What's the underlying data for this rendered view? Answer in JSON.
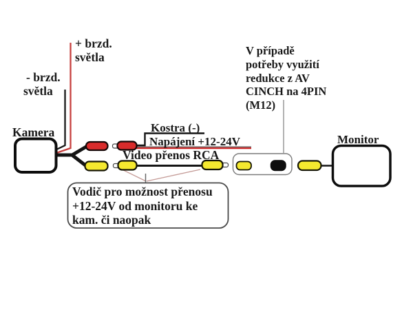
{
  "diagram_title": "camera-monitor-wiring-diagram",
  "labels": {
    "camera": "Kamera",
    "monitor": "Monitor",
    "brake_plus": {
      "lines": [
        "+ brzd.",
        "světla"
      ]
    },
    "brake_minus": {
      "lines": [
        "- brzd.",
        "světla"
      ]
    },
    "ground": "Kostra (-)",
    "power": "Napájení +12-24V",
    "video": "Video přenos RCA",
    "reduction_note": {
      "lines": [
        "V případě",
        "potřeby využití",
        "redukce z AV",
        "CINCH na 4PIN",
        "(M12)"
      ]
    },
    "wire_note": {
      "lines": [
        "Vodič pro možnost přenosu",
        "+12-24V od monitoru ke",
        "kam. či naopak"
      ]
    }
  },
  "colors": {
    "red_connector": "#d92b2b",
    "yellow_connector": "#f5e92f",
    "black_connector": "#0d0d0d",
    "connector_tip_white": "#ffffff",
    "red_brake_wire": "#c6403e",
    "power_wire_red": "#cc2222",
    "wire_black": "#141414",
    "callout_line": "#c49a96",
    "leader_line": "#888888"
  }
}
